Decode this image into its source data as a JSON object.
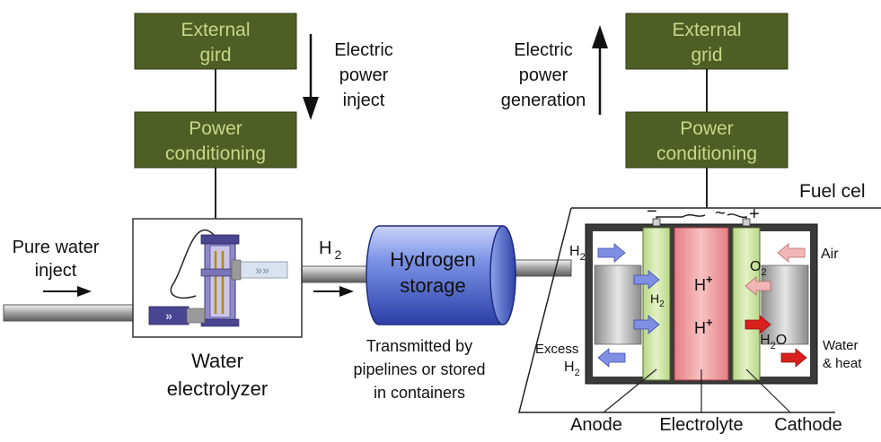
{
  "left_chain": {
    "grid_line1": "External",
    "grid_line2": "gird",
    "power_line1": "Power",
    "power_line2": "conditioning",
    "arrow_label": [
      "Electric",
      "power",
      "inject"
    ]
  },
  "right_chain": {
    "grid_line1": "External",
    "grid_line2": "grid",
    "power_line1": "Power",
    "power_line2": "conditioning",
    "arrow_label": [
      "Electric",
      "power",
      "generation"
    ]
  },
  "water_input": {
    "line1": "Pure water",
    "line2": "inject"
  },
  "electrolyzer": {
    "line1": "Water",
    "line2": "electrolyzer"
  },
  "h2_flow": {
    "symbol": "H",
    "subscript": "2"
  },
  "storage": {
    "line1": "Hydrogen",
    "line2": "storage",
    "caption": [
      "Transmitted by",
      "pipelines or stored",
      "in containers"
    ]
  },
  "fuel_cell": {
    "title": "Fuel cel",
    "terminal_minus": "−",
    "terminal_tilde": "~",
    "terminal_plus": "+",
    "anode_h2_top": {
      "base": "H",
      "sub": "2"
    },
    "anode_h2_mid": {
      "base": "H",
      "sub": "2"
    },
    "excess": "Excess",
    "excess_h2": {
      "base": "H",
      "sub": "2"
    },
    "proton_top": {
      "base": "H",
      "sup": "+"
    },
    "proton_bottom": {
      "base": "H",
      "sup": "+"
    },
    "oxygen": {
      "base": "O",
      "sub": "2"
    },
    "water": {
      "base": "H",
      "sub": "2",
      "tail": "O"
    },
    "air": "Air",
    "water_heat_line1": "Water",
    "water_heat_line2": "& heat",
    "bottom_labels": {
      "anode": "Anode",
      "electrolyte": "Electrolyte",
      "cathode": "Cathode"
    }
  },
  "colors": {
    "box_fill": "#4f5e24",
    "box_text": "#c8d68a",
    "electrode": "#cfe6a4",
    "electrolyte": "#ef9a9c",
    "tank": "#6b86e0",
    "arrow_blue": "#7f8fe4",
    "arrow_red": "#d8201d",
    "arrow_pink": "#f2b6b6"
  }
}
